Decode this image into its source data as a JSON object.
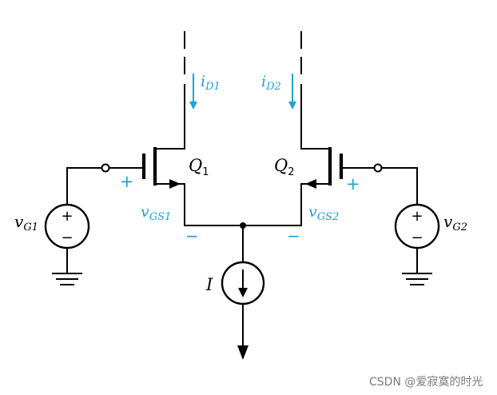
{
  "labels": {
    "q1": "Q",
    "q1_sub": "1",
    "q2": "Q",
    "q2_sub": "2",
    "id1": "i",
    "id1_sub": "D1",
    "id2": "i",
    "id2_sub": "D2",
    "vgs1": "v",
    "vgs1_sub": "GS1",
    "vgs2": "v",
    "vgs2_sub": "GS2",
    "vg1": "v",
    "vg1_sub": "G1",
    "vg2": "v",
    "vg2_sub": "G2",
    "current_source": "I",
    "plus": "+",
    "minus": "−",
    "source_plus": "+",
    "source_minus": "−"
  },
  "watermark": "CSDN @爱寂寞的时光",
  "colors": {
    "wire": "#000000",
    "annotation": "#1aa3d9",
    "watermark": "#7a7a7a"
  }
}
